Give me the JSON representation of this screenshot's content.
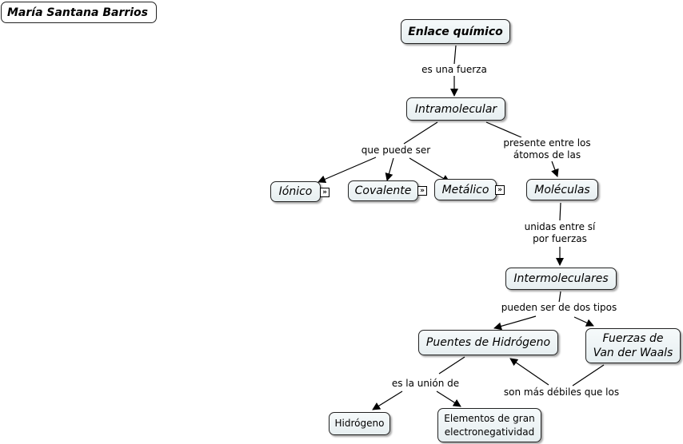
{
  "author": "María Santana Barrios",
  "concepts": {
    "enlace": "Enlace químico",
    "intramolecular": "Intramolecular",
    "ionico": "Iónico",
    "covalente": "Covalente",
    "metalico": "Metálico",
    "moleculas": "Moléculas",
    "intermoleculares": "Intermoleculares",
    "puentes": "Puentes de Hidrógeno",
    "vanderwaals": "Fuerzas de\nVan der Waals",
    "hidrogeno": "Hidrógeno",
    "elementos": "Elementos de gran\nelectronegatividad"
  },
  "linking_phrases": {
    "es_una_fuerza": "es una fuerza",
    "que_puede_ser": "que puede ser",
    "presente_entre": "presente entre los\nátomos de las",
    "unidas_entre": "unidas entre sí\npor fuerzas",
    "pueden_ser": "pueden ser de dos tipos",
    "es_la_union": "es la unión de",
    "son_mas_debiles": "son más débiles que los"
  },
  "expand_icon": "»"
}
